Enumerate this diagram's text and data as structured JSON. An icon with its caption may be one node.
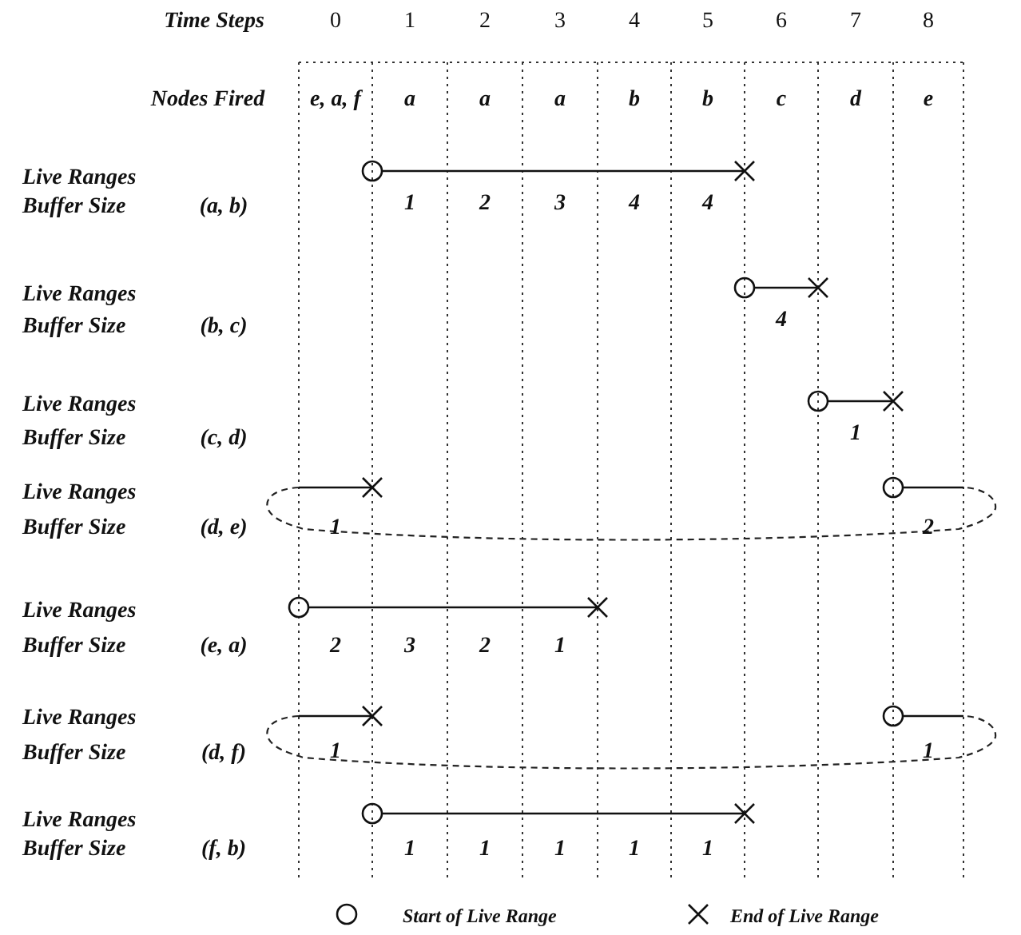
{
  "diagram": {
    "labels": [
      "Time Steps",
      "0",
      "1",
      "2",
      "3",
      "4",
      "5",
      "6",
      "7",
      "8",
      "Nodes Fired",
      "e, a, f",
      "a",
      "a",
      "a",
      "b",
      "b",
      "c",
      "d",
      "e",
      "Live Ranges",
      "Buffer Size",
      "(a, b)",
      "1",
      "2",
      "3",
      "4",
      "4",
      "Live Ranges",
      "Buffer Size",
      "(b, c)",
      "4",
      "Live Ranges",
      "Buffer Size",
      "(c, d)",
      "1",
      "Live Ranges",
      "Buffer Size",
      "(d, e)",
      "1",
      "2",
      "Live Ranges",
      "Buffer Size",
      "(e, a)",
      "2",
      "3",
      "2",
      "1",
      "Live Ranges",
      "Buffer Size",
      "(d, f)",
      "1",
      "1",
      "Live Ranges",
      "Buffer Size",
      "(f, b)",
      "1",
      "1",
      "1",
      "1",
      "1"
    ],
    "legend": [
      {
        "text": "Start of Live Range"
      },
      {
        "text": "End of Live Range"
      }
    ]
  }
}
